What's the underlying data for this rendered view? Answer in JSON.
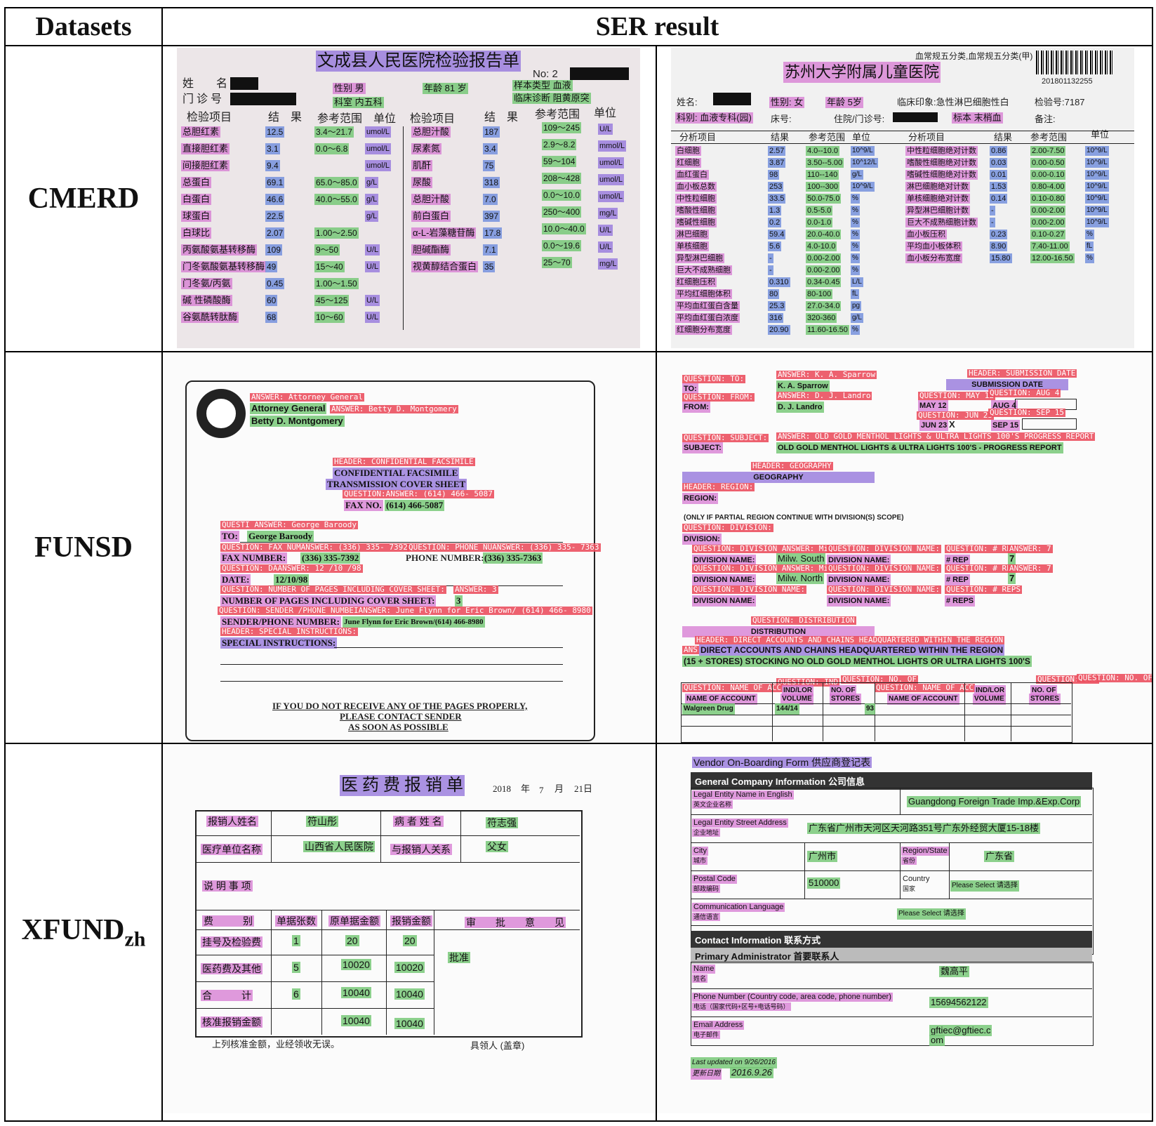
{
  "table": {
    "header_datasets": "Datasets",
    "header_result": "SER result",
    "rows": [
      {
        "name": "CMERD"
      },
      {
        "name": "FUNSD"
      },
      {
        "name": "XFUND",
        "sub": "zh"
      }
    ]
  },
  "cmerd_left": {
    "title": "文成县人民医院检验报告单",
    "no_label": "No: 2",
    "name_label": "姓　　名",
    "clinic_label": "门 诊 号",
    "sex": "性别 男",
    "age": "年龄 81 岁",
    "sample": "样本类型 血液",
    "dept": "科室 内五科",
    "diag": "临床诊断 阻黄原突",
    "col_item": "检验项目",
    "col_result": "结　果",
    "col_range": "参考范围",
    "col_unit": "单位",
    "items_left": [
      {
        "name": "总胆红素",
        "val": "12.5",
        "range": "3.4～21.7",
        "unit": "umol/L"
      },
      {
        "name": "直接胆红素",
        "val": "3.1",
        "range": "0.0～6.8",
        "unit": "umol/L"
      },
      {
        "name": "间接胆红素",
        "val": "9.4",
        "range": "",
        "unit": "umol/L"
      },
      {
        "name": "总蛋白",
        "val": "69.1",
        "range": "65.0～85.0",
        "unit": "g/L"
      },
      {
        "name": "白蛋白",
        "val": "46.6",
        "range": "40.0～55.0",
        "unit": "g/L"
      },
      {
        "name": "球蛋白",
        "val": "22.5",
        "range": "",
        "unit": "g/L"
      },
      {
        "name": "白球比",
        "val": "2.07",
        "range": "1.00～2.50",
        "unit": ""
      },
      {
        "name": "丙氨酸氨基转移酶",
        "val": "109",
        "range": "9～50",
        "unit": "U/L"
      },
      {
        "name": "门冬氨酸氨基转移酶",
        "val": "49",
        "range": "15～40",
        "unit": "U/L"
      },
      {
        "name": "门冬氨/丙氨",
        "val": "0.45",
        "range": "1.00～1.50",
        "unit": ""
      },
      {
        "name": "碱 性磷酸酶",
        "val": "60",
        "range": "45～125",
        "unit": "U/L"
      },
      {
        "name": "谷氨酰转肽酶",
        "val": "68",
        "range": "10～60",
        "unit": "U/L"
      }
    ],
    "items_right": [
      {
        "name": "总胆汁酸",
        "val": "187",
        "range": "109～245",
        "unit": "U/L"
      },
      {
        "name": "尿素氮",
        "val": "3.4",
        "range": "2.9～8.2",
        "unit": "mmol/L"
      },
      {
        "name": "肌酐",
        "val": "75",
        "range": "59～104",
        "unit": "umol/L"
      },
      {
        "name": "尿酸",
        "val": "318",
        "range": "208～428",
        "unit": "umol/L"
      },
      {
        "name": "总胆汁酸",
        "val": "7.0",
        "range": "0.0～10.0",
        "unit": "umol/L"
      },
      {
        "name": "前白蛋白",
        "val": "397",
        "range": "250～400",
        "unit": "mg/L"
      },
      {
        "name": "α-L-岩藻糖苷酶",
        "val": "17.8",
        "range": "10.0～40.0",
        "unit": "U/L"
      },
      {
        "name": "胆碱酯酶",
        "val": "7.1",
        "range": "0.0～19.6",
        "unit": "U/L"
      },
      {
        "name": "视黄醇结合蛋白",
        "val": "35",
        "range": "25～70",
        "unit": "mg/L"
      }
    ]
  },
  "cmerd_right": {
    "top_text": "血常规五分类,血常规五分类(甲)",
    "barcode_num": "201801132255",
    "title": "苏州大学附属儿童医院",
    "name_label": "姓名:",
    "sex": "性别: 女",
    "age": "年龄 5岁",
    "clinical": "临床印象:急性淋巴细胞性白",
    "test_no": "检验号:7187",
    "dept": "科别: 血液专科(园)",
    "bed": "床号:",
    "inpatient": "住院/门诊号:",
    "specimen": "标本 末梢血",
    "note": "备注:",
    "col_item": "分析项目",
    "col_result": "结果",
    "col_range": "参考范围",
    "col_unit": "单位",
    "items_left": [
      {
        "name": "白细胞",
        "val": "2.57",
        "range": "4.0--10.0",
        "unit": "10^9/L"
      },
      {
        "name": "红细胞",
        "val": "3.87",
        "range": "3.50--5.00",
        "unit": "10^12/L"
      },
      {
        "name": "血红蛋白",
        "val": "98",
        "range": "110--140",
        "unit": "g/L"
      },
      {
        "name": "血小板总数",
        "val": "253",
        "range": "100--300",
        "unit": "10^9/L"
      },
      {
        "name": "中性粒细胞",
        "val": "33.5",
        "range": "50.0-75.0",
        "unit": "%"
      },
      {
        "name": "嗜酸性细胞",
        "val": "1.3",
        "range": "0.5-5.0",
        "unit": "%"
      },
      {
        "name": "嗜碱性细胞",
        "val": "0.2",
        "range": "0.0-1.0",
        "unit": "%"
      },
      {
        "name": "淋巴细胞",
        "val": "59.4",
        "range": "20.0-40.0",
        "unit": "%"
      },
      {
        "name": "单核细胞",
        "val": "5.6",
        "range": "4.0-10.0",
        "unit": "%"
      },
      {
        "name": "异型淋巴细胞",
        "val": "-",
        "range": "0.00-2.00",
        "unit": "%"
      },
      {
        "name": "巨大不成熟细胞",
        "val": "-",
        "range": "0.00-2.00",
        "unit": "%"
      },
      {
        "name": "红细胞压积",
        "val": "0.310",
        "range": "0.34-0.45",
        "unit": "L/L"
      },
      {
        "name": "平均红细胞体积",
        "val": "80",
        "range": "80-100",
        "unit": "fL"
      },
      {
        "name": "平均血红蛋白含量",
        "val": "25.3",
        "range": "27.0-34.0",
        "unit": "pg"
      },
      {
        "name": "平均血红蛋白浓度",
        "val": "316",
        "range": "320-360",
        "unit": "g/L"
      },
      {
        "name": "红细胞分布宽度",
        "val": "20.90",
        "range": "11.60-16.50",
        "unit": "%"
      }
    ],
    "items_right": [
      {
        "name": "中性粒细胞绝对计数",
        "val": "0.86",
        "range": "2.00-7.50",
        "unit": "10^9/L"
      },
      {
        "name": "嗜酸性细胞绝对计数",
        "val": "0.03",
        "range": "0.00-0.50",
        "unit": "10^9/L"
      },
      {
        "name": "嗜碱性细胞绝对计数",
        "val": "0.01",
        "range": "0.00-0.10",
        "unit": "10^9/L"
      },
      {
        "name": "淋巴细胞绝对计数",
        "val": "1.53",
        "range": "0.80-4.00",
        "unit": "10^9/L"
      },
      {
        "name": "单核细胞绝对计数",
        "val": "0.14",
        "range": "0.10-0.80",
        "unit": "10^9/L"
      },
      {
        "name": "异型淋巴细胞计数",
        "val": "-",
        "range": "0.00-2.00",
        "unit": "10^9/L"
      },
      {
        "name": "巨大不成熟细胞计数",
        "val": "-",
        "range": "0.00-2.00",
        "unit": "10^9/L"
      },
      {
        "name": "血小板压积",
        "val": "0.23",
        "range": "0.10-0.27",
        "unit": "%"
      },
      {
        "name": "平均血小板体积",
        "val": "8.90",
        "range": "7.40-11.00",
        "unit": "fL"
      },
      {
        "name": "血小板分布宽度",
        "val": "15.80",
        "range": "12.00-16.50",
        "unit": "%"
      }
    ]
  },
  "funsd_left": {
    "r_answer_ag": "ANSWER: Attorney General",
    "ag": "Attorney General",
    "r_answer_bm": "ANSWER: Betty D. Montgomery",
    "bm": "Betty D. Montgomery",
    "r_header_conf": "HEADER: CONFIDENTIAL FACSIMILE",
    "conf1": "CONFIDENTIAL FACSIMILE",
    "conf2": "TRANSMISSION COVER SHEET",
    "r_q_fax": "QUESTION:ANSWER: (614) 466- 5087",
    "fax_label": "FAX NO.",
    "fax_val": "(614) 466-5087",
    "r_q_to": "QUESTI ANSWER: George Baroody",
    "to_label": "TO:",
    "to_val": "George Baroody",
    "r_q_faxnum": "QUESTION: FAX NUMANSWER: (336) 335- 7392",
    "r_q_phone": "QUESTION: PHONE NUANSWER: (336) 335- 7363",
    "faxnum_label": "FAX NUMBER:",
    "faxnum_val": "(336) 335-7392",
    "phone_label": "PHONE NUMBER:",
    "phone_val": "(336) 335-7363",
    "r_q_date": "QUESTION: DAANSWER: 12 /10 /98",
    "date_label": "DATE:",
    "date_val": "12/10/98",
    "r_q_pages": "QUESTION: NUMBER OF PAGES INCLUDING COVER SHEET:",
    "r_a_pages": "ANSWER: 3",
    "pages_label": "NUMBER OF PAGES INCLUDING COVER SHEET:",
    "pages_val": "3",
    "r_q_sender": "QUESTION: SENDER /PHONE NUMBEIANSWER: June Flynn for Eric Brown/ (614) 466- 8980",
    "sender_label": "SENDER/PHONE NUMBER:",
    "sender_val": "June Flynn for Eric Brown/(614) 466-8980",
    "r_h_special": "HEADER: SPECIAL INSTRUCTIONS:",
    "special": "SPECIAL INSTRUCTIONS:",
    "footer1": "IF YOU DO NOT RECEIVE ANY OF THE PAGES PROPERLY,",
    "footer2": "PLEASE CONTACT SENDER",
    "footer3": "AS SOON AS POSSIBLE"
  },
  "funsd_right": {
    "r_q_to": "QUESTION: TO:",
    "to": "TO:",
    "r_a_to": "ANSWER: K. A. Sparrow",
    "to_val": "K. A. Sparrow",
    "r_q_from": "QUESTION: FROM:",
    "from": "FROM:",
    "r_a_from": "ANSWER: D. J. Landro",
    "from_val": "D. J. Landro",
    "r_h_sub": "HEADER: SUBMISSION DATE",
    "sub_date": "SUBMISSION DATE",
    "r_q_may": "QUESTION: MAY 12",
    "may": "MAY 12",
    "r_q_aug": "QUESTION: AUG 4",
    "aug": "AUG 4",
    "r_q_jun": "QUESTION: JUN 23",
    "jun": "JUN 23",
    "jun_x": "X",
    "r_q_sep": "QUESTION: SEP 15",
    "sep": "SEP 15",
    "r_q_subject": "QUESTION: SUBJECT:",
    "subject": "SUBJECT:",
    "r_a_subject": "ANSWER: OLD GOLD MENTHOL LIGHTS & ULTRA LIGHTS 100'S PROGRESS REPORT",
    "subject_val": "OLD GOLD MENTHOL LIGHTS & ULTRA LIGHTS 100'S - PROGRESS REPORT",
    "r_h_geo": "HEADER: GEOGRAPHY",
    "geo": "GEOGRAPHY",
    "r_h_region": "HEADER: REGION:",
    "region": "REGION:",
    "partial": "(ONLY IF PARTIAL REGION CONTINUE WITH DIVISION(S) SCOPE)",
    "r_q_div": "QUESTION: DIVISION:",
    "division": "DIVISION:",
    "r_q_divname1": "QUESTION: DIVISION ANSWER: Milw",
    "r_q_divname2": "QUESTION: DIVISION NAME:",
    "r_q_rep": "QUESTION: # REP",
    "r_a_7": "ANSWER: 7",
    "divname": "DIVISION NAME:",
    "milw_south": "Milw. South",
    "milw_north": "Milw. North",
    "rep": "# REP",
    "reps": "# REPS",
    "r_q_reps": "QUESTION: # REPS",
    "seven": "7",
    "r_q_dist": "QUESTION: DISTRIBUTION",
    "distribution": "DISTRIBUTION",
    "r_h_direct": "HEADER: DIRECT ACCOUNTS AND CHAINS HEADQUARTERED WITHIN THE REGION",
    "ans_prefix": "ANS",
    "direct1": "DIRECT ACCOUNTS AND CHAINS HEADQUARTERED WITHIN THE REGION",
    "direct2": "(15 + STORES) STOCKING NO OLD GOLD MENTHOL LIGHTS OR ULTRA LIGHTS 100'S",
    "r_q_ind": "QUESTION: IND",
    "r_q_no": "QUESTION: NO. OF",
    "r_q_name": "QUESTION: NAME OF ACC",
    "name_acc": "NAME OF ACCOUNT",
    "indlor": "IND/LOR",
    "volume": "VOLUME",
    "no_of": "NO. OF",
    "stores": "STORES",
    "walgreen": "Walgreen Drug",
    "walgreen_vol": "144/14",
    "walgreen_stores": "93"
  },
  "xfund_left": {
    "title": "医 药 费 报 销 单",
    "year": "2018",
    "y": "年",
    "month": "7",
    "m": "月",
    "day": "21日",
    "claimant_label": "报销人姓名",
    "claimant": "符山彤",
    "patient_label": "病 者 姓 名",
    "patient": "符志强",
    "unit_label": "医疗单位名称",
    "unit": "山西省人民医院",
    "relation_label": "与报销人关系",
    "relation": "父女",
    "note_label": "说 明 事 项",
    "fee_type": "费　　　别",
    "receipts": "单据张数",
    "original": "原单据金额",
    "reimb": "报销金额",
    "approval": "审　　批　　意　　见",
    "reg_label": "挂号及检验费",
    "reg_n": "1",
    "reg_orig": "20",
    "reg_reimb": "20",
    "approve": "批准",
    "med_label": "医药费及其他",
    "med_n": "5",
    "med_orig": "10020",
    "med_reimb": "10020",
    "total_label": "合　　　计",
    "total_n": "6",
    "total_orig": "10040",
    "total_reimb": "10040",
    "approved_label": "核准报销金额",
    "approved": "10040",
    "footer_left": "上列核准金额，业经领收无误。",
    "footer_right": "具领人 (盖章)"
  },
  "xfund_right": {
    "title": "Vendor On-Boarding Form 供应商登记表",
    "general": "General Company Information 公司信息",
    "legal_name_en": "Legal Entity Name in English",
    "legal_name_zh": "英文企业名称",
    "legal_name_val": "Guangdong Foreign Trade Imp.&Exp.Corp",
    "street_en": "Legal Entity Street Address",
    "street_zh": "企业地址",
    "street_val": "广东省广州市天河区天河路351号广东外经贸大厦15-18楼",
    "city_en": "City",
    "city_zh": "城市",
    "city_val": "广州市",
    "region_en": "Region/State",
    "region_zh": "省份",
    "region_val": "广东省",
    "postal_en": "Postal Code",
    "postal_zh": "邮政编码",
    "postal_val": "510000",
    "country_en": "Country",
    "country_zh": "国家",
    "country_val": "Please Select 请选择",
    "lang_en": "Communication Language",
    "lang_zh": "通信语言",
    "lang_val": "Please Select 请选择",
    "contact": "Contact Information 联系方式",
    "primary": "Primary Administrator 首要联系人",
    "name_en": "Name",
    "name_zh": "姓名",
    "name_val": "魏高平",
    "phone_en": "Phone Number (Country code, area code, phone number)",
    "phone_zh": "电话（国家代码+区号+电话号码）",
    "phone_val": "15694562122",
    "email_en": "Email Address",
    "email_zh": "电子邮件",
    "email_val1": "gftiec@gftiec.c",
    "email_val2": "om",
    "updated": "Last updated on 9/26/2016",
    "updated_zh": "更新日期",
    "updated_val": "2016.9.26"
  },
  "colors": {
    "question": "#d678d2",
    "answer": "#78c878",
    "header": "#9678dc",
    "other": "#6e8cdc",
    "relation_label": "#eb505f"
  }
}
